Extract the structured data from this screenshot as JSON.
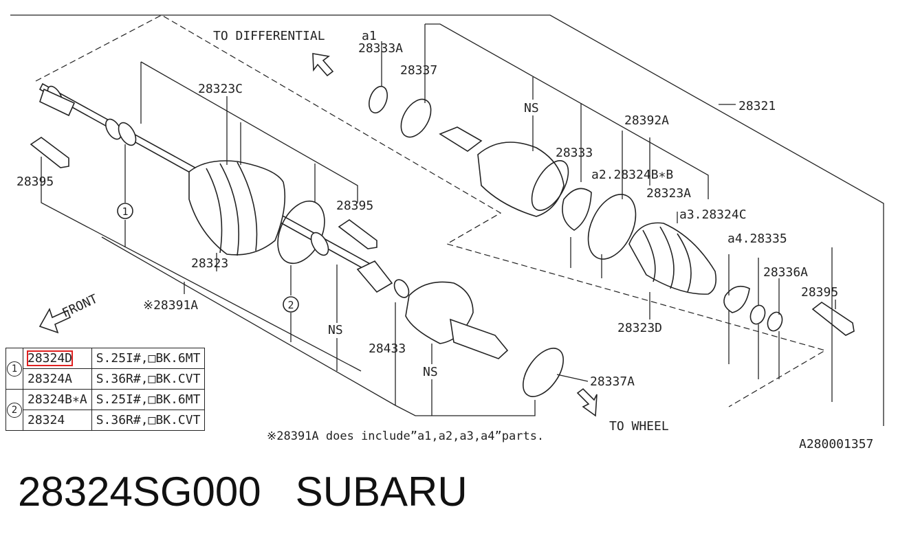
{
  "labels": {
    "to_differential": "TO DIFFERENTIAL",
    "a1_top": "a1",
    "p28333A": "28333A",
    "p28337": "28337",
    "p28321": "28321",
    "p28392A": "28392A",
    "ns1": "NS",
    "p28333": "28333",
    "a2": "a2.28324B∗B",
    "p28323C": "28323C",
    "p28395_left": "28395",
    "p28395_mid": "28395",
    "p28323A": "28323A",
    "a3": "a3.28324C",
    "a4": "a4.28335",
    "p28336A": "28336A",
    "p28395_right": "28395",
    "front": "FRONT",
    "p28323": "28323",
    "p28391A": "※28391A",
    "ns2": "NS",
    "p28433": "28433",
    "ns3": "NS",
    "p28323D": "28323D",
    "p28337A": "28337A",
    "to_wheel": "TO WHEEL",
    "note": "※28391A does include”a1,a2,a3,a4”parts.",
    "diagram_code": "A280001357",
    "circle1": "1",
    "circle2": "2"
  },
  "table": {
    "groups": [
      {
        "num": "1",
        "rows": [
          {
            "part": "28324D",
            "spec": "S.25I#,□BK.6MT",
            "highlighted": true
          },
          {
            "part": "28324A",
            "spec": "S.36R#,□BK.CVT",
            "highlighted": false
          }
        ]
      },
      {
        "num": "2",
        "rows": [
          {
            "part": "28324B∗A",
            "spec": "S.25I#,□BK.6MT",
            "highlighted": false
          },
          {
            "part": "28324",
            "spec": "S.36R#,□BK.CVT",
            "highlighted": false
          }
        ]
      }
    ]
  },
  "caption": {
    "part_number": "28324SG000",
    "brand": "SUBARU"
  },
  "colors": {
    "highlight": "#e02020",
    "ink": "#222222"
  }
}
